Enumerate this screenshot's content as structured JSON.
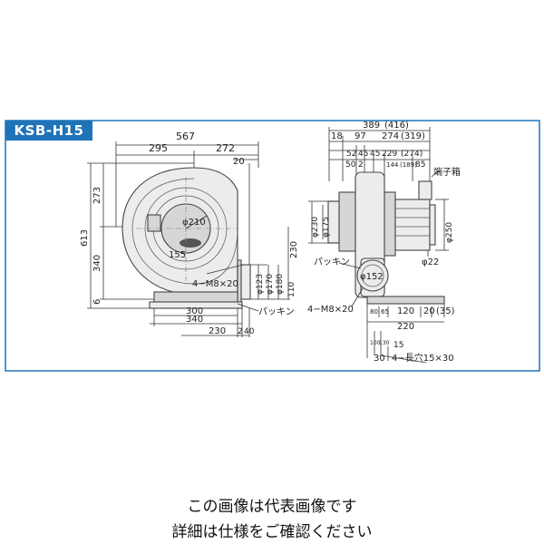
{
  "model": "KSB-H15",
  "front_view": {
    "total_width": "567",
    "left_width": "295",
    "right_width": "272",
    "flange_offset": "20",
    "top_height": "273",
    "total_height": "613",
    "lower_height": "340",
    "base_thickness": "6",
    "outlet_height": "230",
    "inlet_diameter": "φ210",
    "inlet_offset": "155",
    "bolt_spec": "4−M8×20",
    "d1": "φ123",
    "d2": "φ170",
    "d3": "φ180",
    "d4": "110",
    "base_width_1": "300",
    "base_width_2": "340",
    "bottom_1": "230",
    "bottom_2": "2",
    "bottom_3": "40",
    "gasket": "パッキン"
  },
  "side_view": {
    "total_depth": "389",
    "total_depth_alt": "(416)",
    "dim_18": "18",
    "dim_97": "97",
    "dim_274": "274",
    "dim_274_alt": "(319)",
    "dim_50": "50",
    "dim_2": "2",
    "dim_52": "52",
    "dim_45a": "45",
    "dim_45b": "45",
    "dim_229": "229",
    "dim_229_alt": "(274)",
    "dim_144": "144",
    "dim_189": "(189)",
    "dim_85": "85",
    "terminal_box": "端子箱",
    "d230": "φ230",
    "d175": "φ175",
    "d250": "φ250",
    "d22": "φ22",
    "d152": "φ152",
    "gasket": "パッキン",
    "bolt_spec": "4−M8×20",
    "b80": "80",
    "b65": "65",
    "b120": "120",
    "b20": "20",
    "b35": "(35)",
    "b220": "220",
    "b100": "100",
    "b130": "130",
    "b15": "15",
    "b30": "30",
    "slot_spec": "4−長穴15×30"
  },
  "captions": {
    "line1": "この画像は代表画像です",
    "line2": "詳細は仕様をご確認ください"
  }
}
